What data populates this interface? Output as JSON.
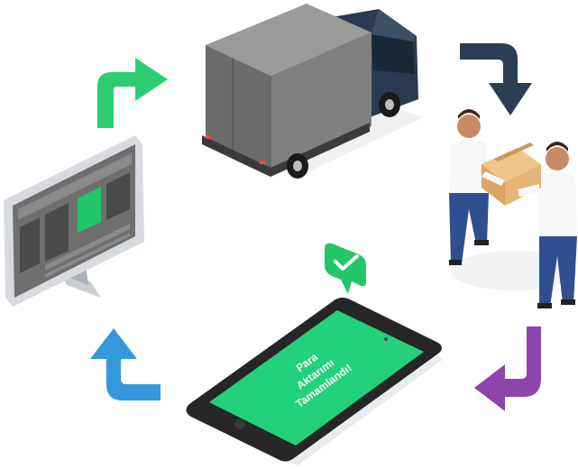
{
  "phone": {
    "screen_lines": [
      "Para",
      "Aktarımı",
      "Tamamlandı!"
    ],
    "screen_color": "#22d17a"
  },
  "icons": {
    "arrow_top_left": "arrow-up-right-icon",
    "arrow_top_right": "arrow-down-right-icon",
    "arrow_bottom_right": "arrow-down-left-icon",
    "arrow_bottom_left": "arrow-up-left-icon",
    "chat_check": "chat-check-icon"
  },
  "colors": {
    "arrow_green": "#2ecc71",
    "arrow_navy": "#2c3e50",
    "arrow_purple": "#8e44ad",
    "arrow_blue": "#3498db",
    "truck_box": "#7f7f7f",
    "truck_cab": "#2b3a4e"
  }
}
